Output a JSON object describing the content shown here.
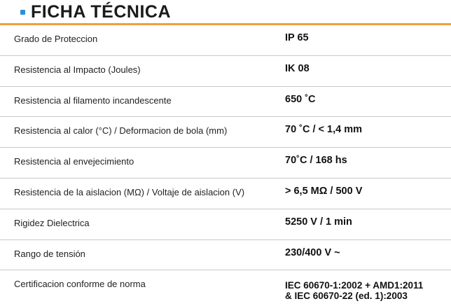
{
  "header": {
    "title": "FICHA TÉCNICA",
    "accent_color": "#f0a03c",
    "bullet_color": "#2d8fd6"
  },
  "specs": [
    {
      "label": "Grado de Proteccion",
      "value": "IP 65"
    },
    {
      "label": "Resistencia al Impacto (Joules)",
      "value": "IK 08"
    },
    {
      "label": "Resistencia al filamento incandescente",
      "value": "650 ˚C"
    },
    {
      "label": "Resistencia al calor (°C) / Deformacion de bola (mm)",
      "value": "70 ˚C / < 1,4 mm"
    },
    {
      "label": "Resistencia al envejecimiento",
      "value": "70˚C / 168 hs"
    },
    {
      "label": "Resistencia de la aislacion (MΩ) / Voltaje de aislacion (V)",
      "value": "> 6,5 MΩ / 500 V"
    },
    {
      "label": "Rigidez Dielectrica",
      "value": "5250 V / 1 min"
    },
    {
      "label": "Rango de tensión",
      "value": "230/400 V ~"
    },
    {
      "label": "Certificacion conforme de norma",
      "value": "IEC 60670-1:2002 + AMD1:2011\n& IEC 60670-22 (ed. 1):2003"
    }
  ]
}
